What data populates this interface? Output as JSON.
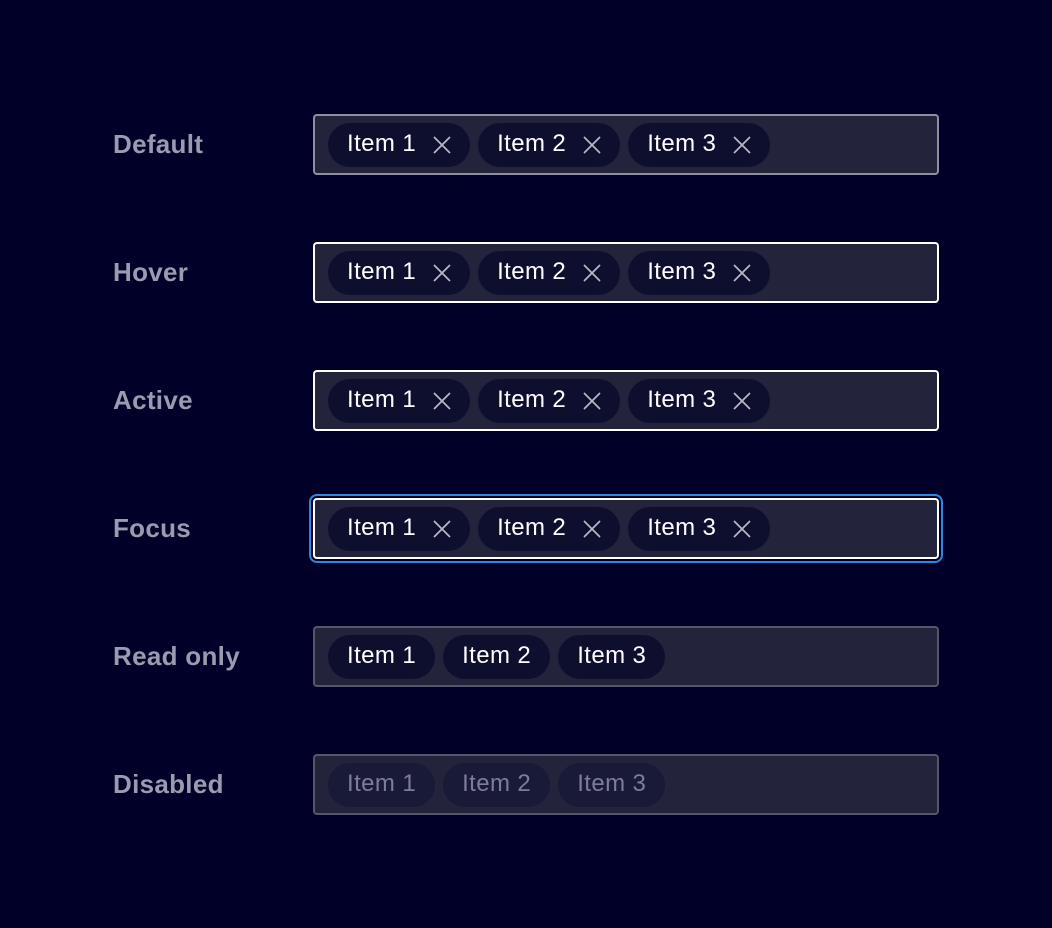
{
  "chips": [
    "Item 1",
    "Item 2",
    "Item 3"
  ],
  "rows": [
    {
      "label": "Default",
      "state": "default",
      "removable": true
    },
    {
      "label": "Hover",
      "state": "hover",
      "removable": true
    },
    {
      "label": "Active",
      "state": "active",
      "removable": true
    },
    {
      "label": "Focus",
      "state": "focus",
      "removable": true
    },
    {
      "label": "Read only",
      "state": "readonly",
      "removable": false
    },
    {
      "label": "Disabled",
      "state": "disabled",
      "removable": false
    }
  ],
  "icons": {
    "close": "✕"
  },
  "colors": {
    "background": "#000028",
    "field_background": "#23233c",
    "chip_background": "#0e0e2f",
    "chip_text": "#ffffff",
    "label_text": "#9a9ab0",
    "border_default": "#8f8fa0",
    "border_hover": "#ffffff",
    "border_active": "#ffffff",
    "border_focus": "#ffffff",
    "focus_ring": "#2e87e0",
    "border_readonly": "#55556b",
    "border_disabled": "#55556b",
    "disabled_chip_background": "#191938",
    "disabled_chip_text": "#7d7d98",
    "close_icon": "#b9b9c6"
  }
}
